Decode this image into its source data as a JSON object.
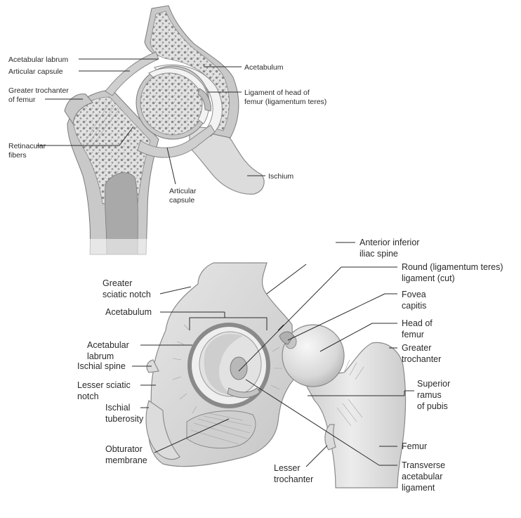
{
  "top_figure": {
    "labels": {
      "acetabular_labrum": "Acetabular labrum",
      "articular_capsule_upper": "Articular capsule",
      "greater_trochanter_line1": "Greater trochanter",
      "greater_trochanter_line2": "of femur",
      "retinacular_line1": "Retinacular",
      "retinacular_line2": "fibers",
      "acetabulum": "Acetabulum",
      "ligament_head_line1": "Ligament of head of",
      "ligament_head_line2": "femur (ligamentum teres)",
      "ischium": "Ischium",
      "articular_capsule_lower_line1": "Articular",
      "articular_capsule_lower_line2": "capsule"
    }
  },
  "bottom_figure": {
    "labels": {
      "anterior_inferior_line1": "Anterior inferior",
      "anterior_inferior_line2": "iliac spine",
      "round_ligament_line1": "Round (ligamentum teres)",
      "round_ligament_line2": "ligament (cut)",
      "fovea_line1": "Fovea",
      "fovea_line2": "capitis",
      "head_femur_line1": "Head of",
      "head_femur_line2": "femur",
      "greater_trochanter_line1": "Greater",
      "greater_trochanter_line2": "trochanter",
      "superior_ramus_line1": "Superior",
      "superior_ramus_line2": "ramus",
      "superior_ramus_line3": "of pubis",
      "femur": "Femur",
      "transverse_line1": "Transverse",
      "transverse_line2": "acetabular",
      "transverse_line3": "ligament",
      "lesser_trochanter_line1": "Lesser",
      "lesser_trochanter_line2": "trochanter",
      "greater_sciatic_line1": "Greater",
      "greater_sciatic_line2": "sciatic notch",
      "acetabulum": "Acetabulum",
      "acetabular_labrum_line1": "Acetabular",
      "acetabular_labrum_line2": "labrum",
      "ischial_spine": "Ischial spine",
      "lesser_sciatic_line1": "Lesser sciatic",
      "lesser_sciatic_line2": "notch",
      "ischial_tuberosity_line1": "Ischial",
      "ischial_tuberosity_line2": "tuberosity",
      "obturator_line1": "Obturator",
      "obturator_line2": "membrane"
    }
  }
}
